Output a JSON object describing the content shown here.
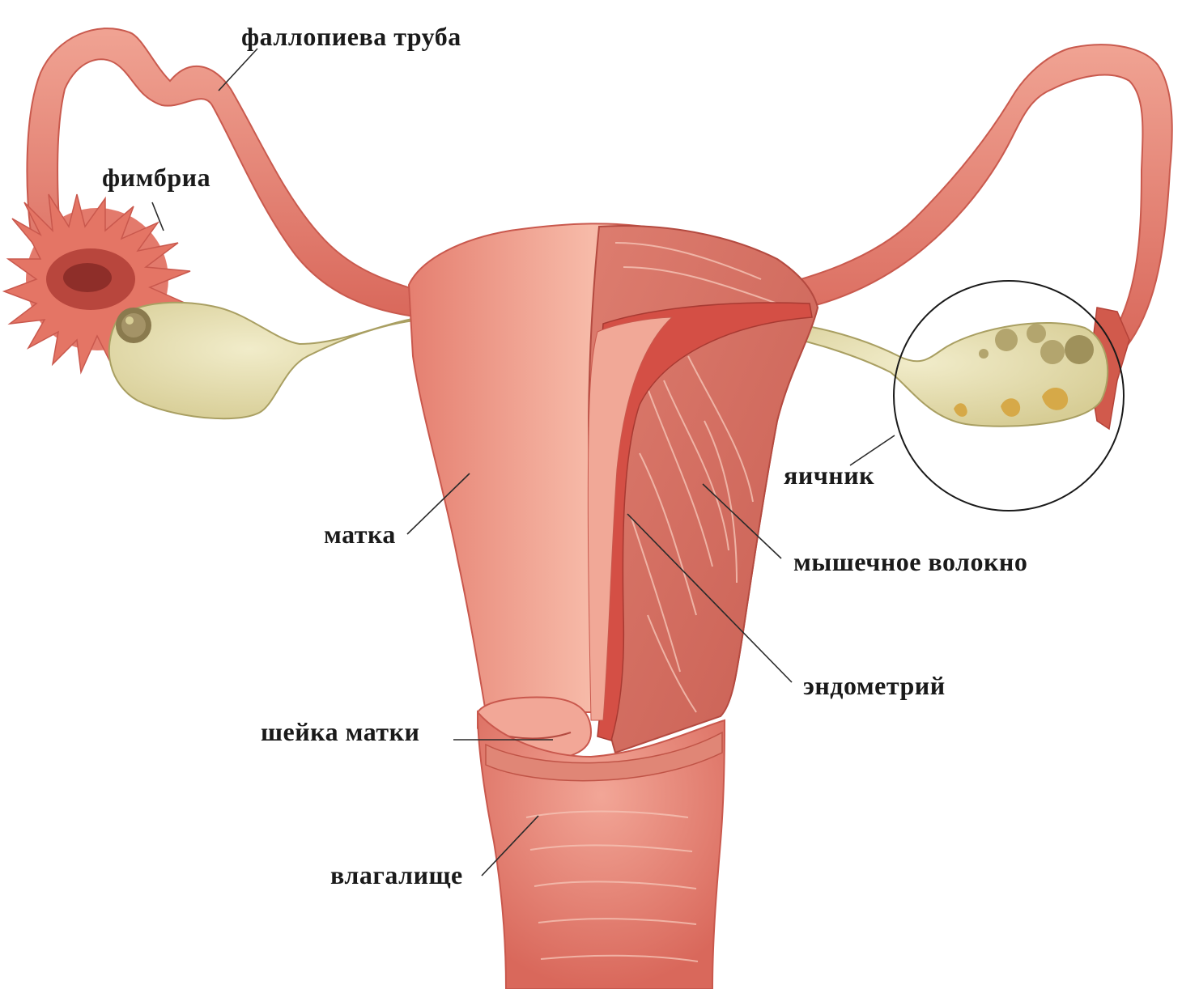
{
  "labels": {
    "fallopian_tube": "фаллопиева труба",
    "fimbria": "фимбриа",
    "ovary": "яичник",
    "uterus": "матка",
    "muscle_fiber": "мышечное волокно",
    "endometrium": "эндометрий",
    "cervix": "шейка матки",
    "vagina": "влагалище"
  },
  "colors": {
    "tissue": "#e98b7c",
    "tissue_light": "#f4b4a4",
    "tissue_dark": "#c9584d",
    "muscle": "#d97466",
    "ovary": "#e7e0b4",
    "ovary_dark": "#c9bf83",
    "follicle": "#d6b36a"
  }
}
